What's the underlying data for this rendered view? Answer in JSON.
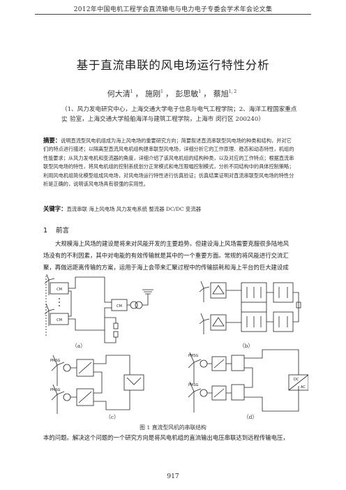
{
  "header": "2012年中国电机工程学会直流输电与电力电子专委会学术年会论文集",
  "title": "基于直流串联的风电场运行特性分析",
  "authors": [
    {
      "name": "何大清",
      "sup": "1"
    },
    {
      "name": "施刚",
      "sup": "1"
    },
    {
      "name": "彭思敏",
      "sup": "1"
    },
    {
      "name": "蔡旭",
      "sup": "1, 2"
    }
  ],
  "affiliation_line1": "（1、风力发电研究中心，上海交通大学电子信息与电气工程学院；2、海洋工程国家重点实",
  "affiliation_line2": "验室，上海交通大学船舶海洋与建筑工程学院，上海市 闵行区 200240）",
  "abstract": {
    "label": "摘要：",
    "lines": [
      "说明直流型风电机组成为海上风电场的重要研究方向；简要叙述直流串联型风电场的种类和结构，并对它",
      "们的特点进行描述；以隔离型直流风电机组构建串联型风电场，详细分析它的工作原理、稳态和动态特性，机组的",
      "性能要求；从风力发电机和变流器的角度，详细介绍了该风电机组的结构种类，以及对应的工作特点；根据直流串",
      "联型风电场的特性，将风电机组的控制系统划分正常模式和电压限幅控制模式，分析不同结构中的具体控制策略；",
      "利用风电机组简化模型组成风电场，对风电场运行特性进行仿真验证；仿真结果证明对直流串联型风电场的特性分",
      "析是正确的，说明该风电场具有很强的实用性。"
    ]
  },
  "keywords": {
    "label": "关键字：",
    "text": "直流串联 海上风电场  风力发电系统  整流器  DC/DC 变流器"
  },
  "section1": {
    "number": "1",
    "title": "前言",
    "lines": [
      "大规模海上风场的建设是将来对风能开发的主要趋势。但建设海上风场需要克服很多陆地风",
      "场没有的不利因素，其中对电能的有效传输就是其中的一个重要方面。常规的将风能进行交流汇",
      "聚，再做远距离传输的方案，运用于海上会带来汇聚过程中的传输损耗和海上平台的巨大建设成"
    ]
  },
  "figure": {
    "labels": [
      "（a）",
      "（b）",
      "（c）",
      "（d）"
    ],
    "box_label": "CM",
    "pmsg_label": "PMSG",
    "dcac_top": "DC",
    "dcac_bottom": "AC",
    "caption": "图 1  直流型风机的串联结构"
  },
  "after_figure_line": "本的问题。解决这个问题的一个研究方向是将风电机组的直流输出电压串联达到远程传输电压，",
  "page_number": "917"
}
